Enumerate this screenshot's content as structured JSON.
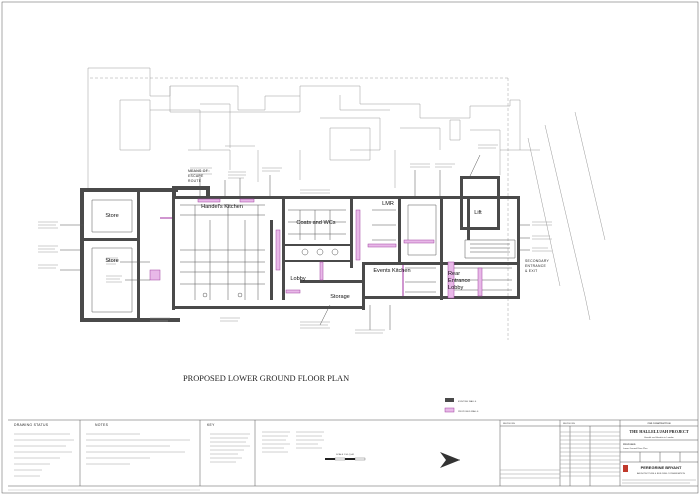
{
  "drawing": {
    "title": "PROPOSED LOWER GROUND FLOOR PLAN",
    "rooms": {
      "store_1": "Store",
      "store_2": "Store",
      "handels_kitchen": "Handel's Kitchen",
      "coats_wcs": "Coats and WCs",
      "lobby": "Lobby",
      "storage": "Storage",
      "lmr": "LMR",
      "events_kitchen": "Events Kitchen",
      "rear_entrance_lobby": "Rear\nEntrance\nLobby",
      "lift": "Lift",
      "means_of_escape": "MEANS OF\nESCAPE\nROUTE",
      "secondary_entrance": "SECONDARY\nENTRANCE\n& EXIT"
    },
    "legend": {
      "existing_walls": "EXISTING WALLS",
      "proposed_walls": "PROPOSED WALLS"
    },
    "scale_label": "SCALE 1:50 @ A1"
  },
  "title_block": {
    "for_construction": "FOR CONSTRUCTION",
    "project": "THE HALLELUJAH PROJECT",
    "subtitle": "Handel and Hendrix in London",
    "drawing_name_1": "PROPOSED",
    "drawing_name_2": "Lower Ground Floor Plan",
    "firm": "PEREGRINE BRYANT",
    "firm_sub": "ARCHITECTURE & BUILDING CONSERVATION",
    "revisions_header": "REVISIONS",
    "revisions_header_2": "REVISIONS"
  },
  "panels": {
    "drawing_status": "DRAWING STATUS",
    "notes": "NOTES",
    "key": "KEY"
  },
  "colors": {
    "proposed": "#e8b8e8",
    "existing": "#4a4a4a"
  }
}
